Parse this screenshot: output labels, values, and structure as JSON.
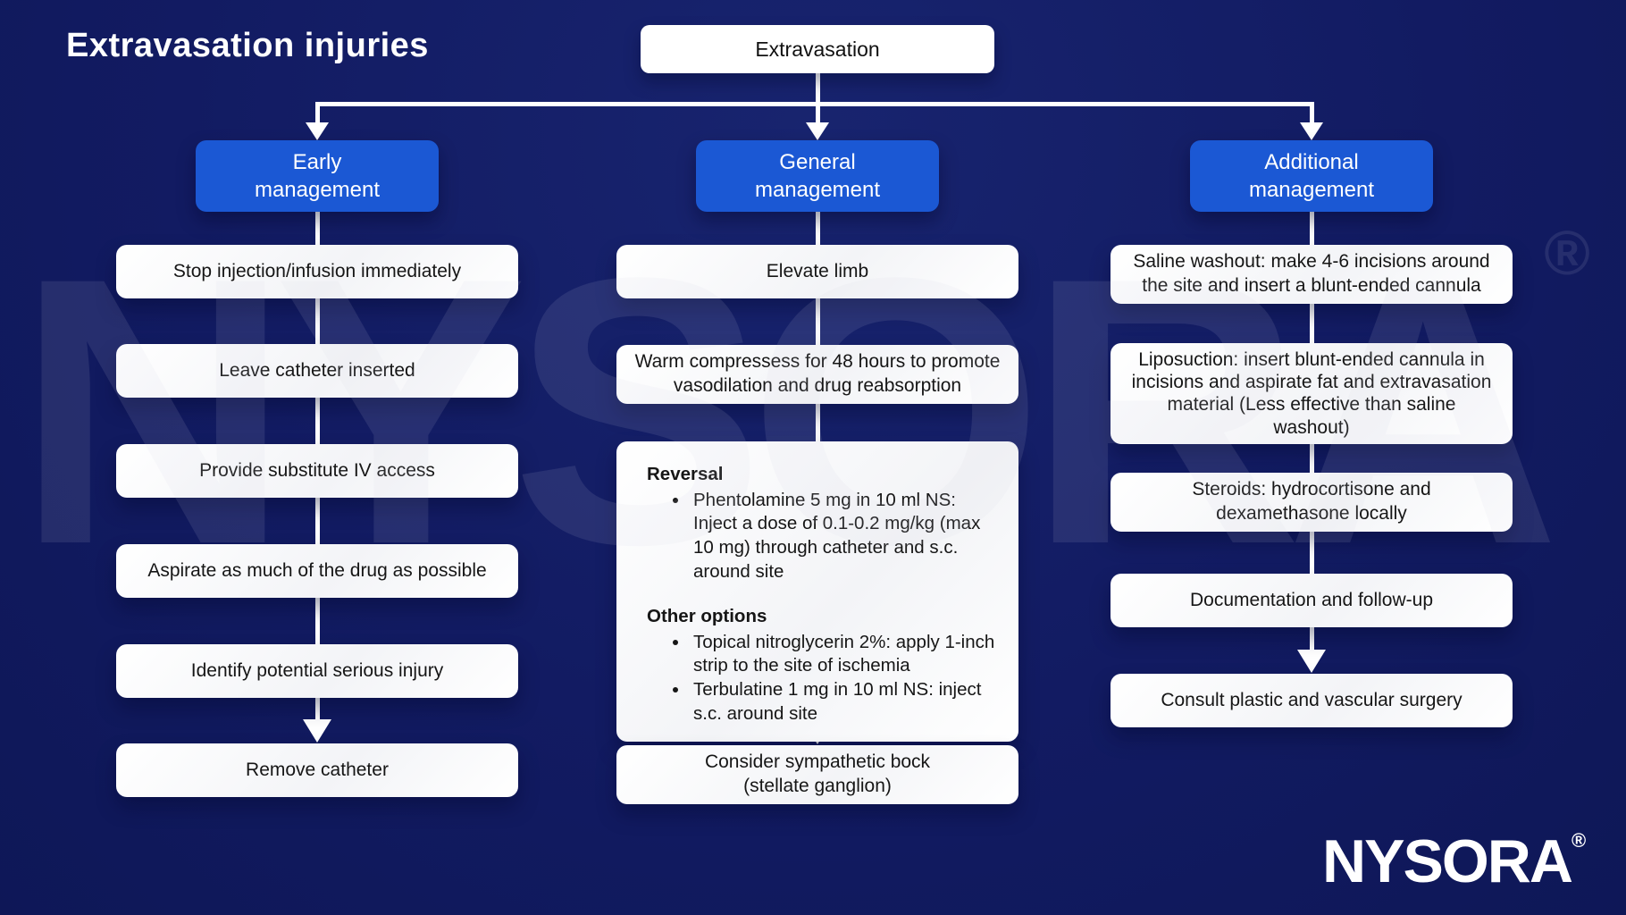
{
  "title": "Extravasation injuries",
  "root": {
    "label": "Extravasation"
  },
  "columns": [
    {
      "header_lines": [
        "Early",
        "management"
      ],
      "steps": [
        {
          "lines": [
            "Stop injection/infusion immediately"
          ]
        },
        {
          "lines": [
            "Leave catheter inserted"
          ]
        },
        {
          "lines": [
            "Provide substitute IV access"
          ]
        },
        {
          "lines": [
            "Aspirate as much of the drug as possible"
          ]
        },
        {
          "lines": [
            "Identify potential serious injury"
          ]
        },
        {
          "lines": [
            "Remove catheter"
          ]
        }
      ]
    },
    {
      "header_lines": [
        "General",
        "management"
      ],
      "steps": [
        {
          "lines": [
            "Elevate limb"
          ]
        },
        {
          "lines": [
            "Warm compressess for 48 hours to promote",
            "vasodilation and drug reabsorption"
          ]
        }
      ],
      "detail": {
        "reversal_heading": "Reversal",
        "reversal_bullets": [
          "Phentolamine 5 mg in 10 ml NS: Inject a dose of 0.1-0.2 mg/kg (max 10 mg) through catheter and s.c. around site"
        ],
        "options_heading": "Other options",
        "options_bullets": [
          "Topical nitroglycerin 2%: apply 1-inch strip to the site of ischemia",
          "Terbulatine 1 mg in 10 ml NS: inject s.c. around site"
        ]
      },
      "last_step": {
        "lines": [
          "Consider sympathetic bock",
          "(stellate ganglion)"
        ]
      }
    },
    {
      "header_lines": [
        "Additional",
        "management"
      ],
      "steps": [
        {
          "lines": [
            "Saline washout: make 4-6 incisions around",
            "the site and insert a blunt-ended cannula"
          ]
        },
        {
          "lines": [
            "Liposuction: insert blunt-ended cannula in",
            "incisions and aspirate fat and extravasation",
            "material (Less effective than saline",
            "washout)"
          ]
        },
        {
          "lines": [
            "Steroids: hydrocortisone and",
            "dexamethasone locally"
          ]
        },
        {
          "lines": [
            "Documentation and follow-up"
          ]
        },
        {
          "lines": [
            "Consult plastic and vascular surgery"
          ]
        }
      ]
    }
  ],
  "watermark": {
    "text": "NYSORA",
    "reg": "®"
  },
  "logo": {
    "text": "NYSORA",
    "reg": "®"
  },
  "colors": {
    "background": "#121b62",
    "header_blue": "#1b58d4",
    "node_white": "#ffffff",
    "connector_white": "#ffffff",
    "text_black": "#161616"
  }
}
